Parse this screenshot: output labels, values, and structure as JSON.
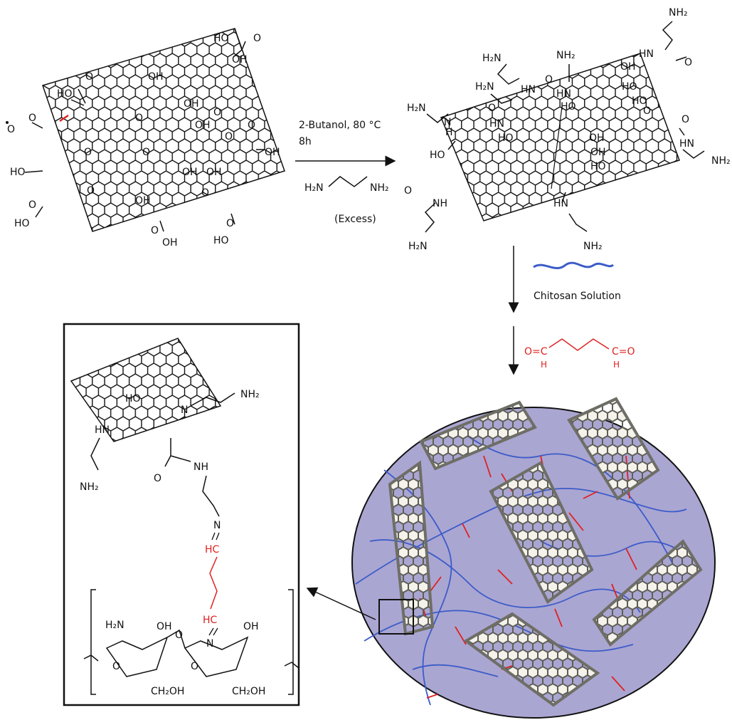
{
  "reaction": {
    "conditions_line1": "2-Butanol, 80 °C",
    "conditions_line2": "8h",
    "reagent_left": "H₂N",
    "reagent_right": "NH₂",
    "reagent_note": "(Excess)"
  },
  "chitosan_label": "Chitosan Solution",
  "glutaraldehyde": {
    "left_group": "O=C",
    "left_h": "H",
    "right_group": "C=O",
    "right_h": "H"
  },
  "go_labels": {
    "oh": "OH",
    "o": "O",
    "ho": "HO",
    "cooh_ho": "HO",
    "carboxylate": "O"
  },
  "functionalized_labels": {
    "nh2": "NH₂",
    "h2n": "H₂N",
    "hn": "HN",
    "nh": "NH",
    "oh": "OH",
    "ho": "HO",
    "o": "O",
    "h": "H",
    "n": "N"
  },
  "detail_labels": {
    "ho": "HO",
    "n": "N",
    "nh2": "NH₂",
    "hn": "HN",
    "nh": "NH",
    "o": "O",
    "n_imine": "N",
    "hc": "HC",
    "oh": "OH",
    "h2n": "H₂N",
    "ch2oh": "CH₂OH"
  },
  "colors": {
    "blue_chain": "#3c5cc8",
    "crosslink_red": "#e02020",
    "circle_fill": "#aaa6d2",
    "sheet_fill": "#7a7a72",
    "ink": "#111111"
  }
}
